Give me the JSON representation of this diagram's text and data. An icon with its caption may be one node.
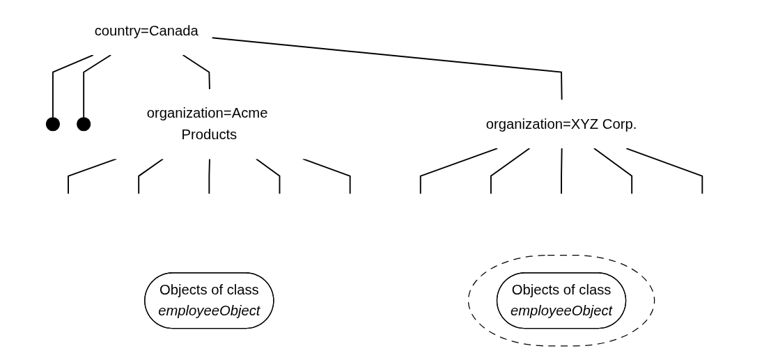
{
  "diagram": {
    "nodes": [
      {
        "text": [
          "country=Canada"
        ]
      },
      {
        "text": [],
        "shape": "circle"
      },
      {
        "text": [],
        "shape": "circle"
      },
      {
        "text": [
          "organization=Acme Products"
        ]
      },
      {
        "text": [
          "organization=XYZ Corp."
        ]
      },
      {
        "text": [
          "Objects of class",
          "employeeObject"
        ]
      },
      {
        "text": [],
        "shape": "ellipse"
      },
      {
        "text": [
          "Objects of class",
          "employeeObject"
        ],
        "in": 6
      }
    ],
    "edges": [
      {
        "from": 0,
        "to": 3,
        "arrow": "none"
      },
      {
        "from": 0,
        "to": 1,
        "arrow": "none"
      },
      {
        "from": 0,
        "to": 2,
        "arrow": "none"
      },
      {
        "from": 0,
        "to": 4,
        "arrow": "none"
      },
      {
        "from": 3,
        "to": null,
        "arrow": "none"
      },
      {
        "from": 3,
        "to": null,
        "arrow": "none"
      },
      {
        "from": 3,
        "to": null,
        "arrow": "none"
      },
      {
        "from": 3,
        "to": null,
        "arrow": "none"
      },
      {
        "from": 3,
        "to": null,
        "arrow": "none"
      },
      {
        "from": 4,
        "to": null,
        "arrow": "none"
      },
      {
        "from": 4,
        "to": null,
        "arrow": "none"
      },
      {
        "from": 4,
        "to": null,
        "arrow": "none"
      },
      {
        "from": 4,
        "to": null,
        "arrow": "none"
      },
      {
        "from": 4,
        "to": null,
        "arrow": "none"
      }
    ]
  }
}
